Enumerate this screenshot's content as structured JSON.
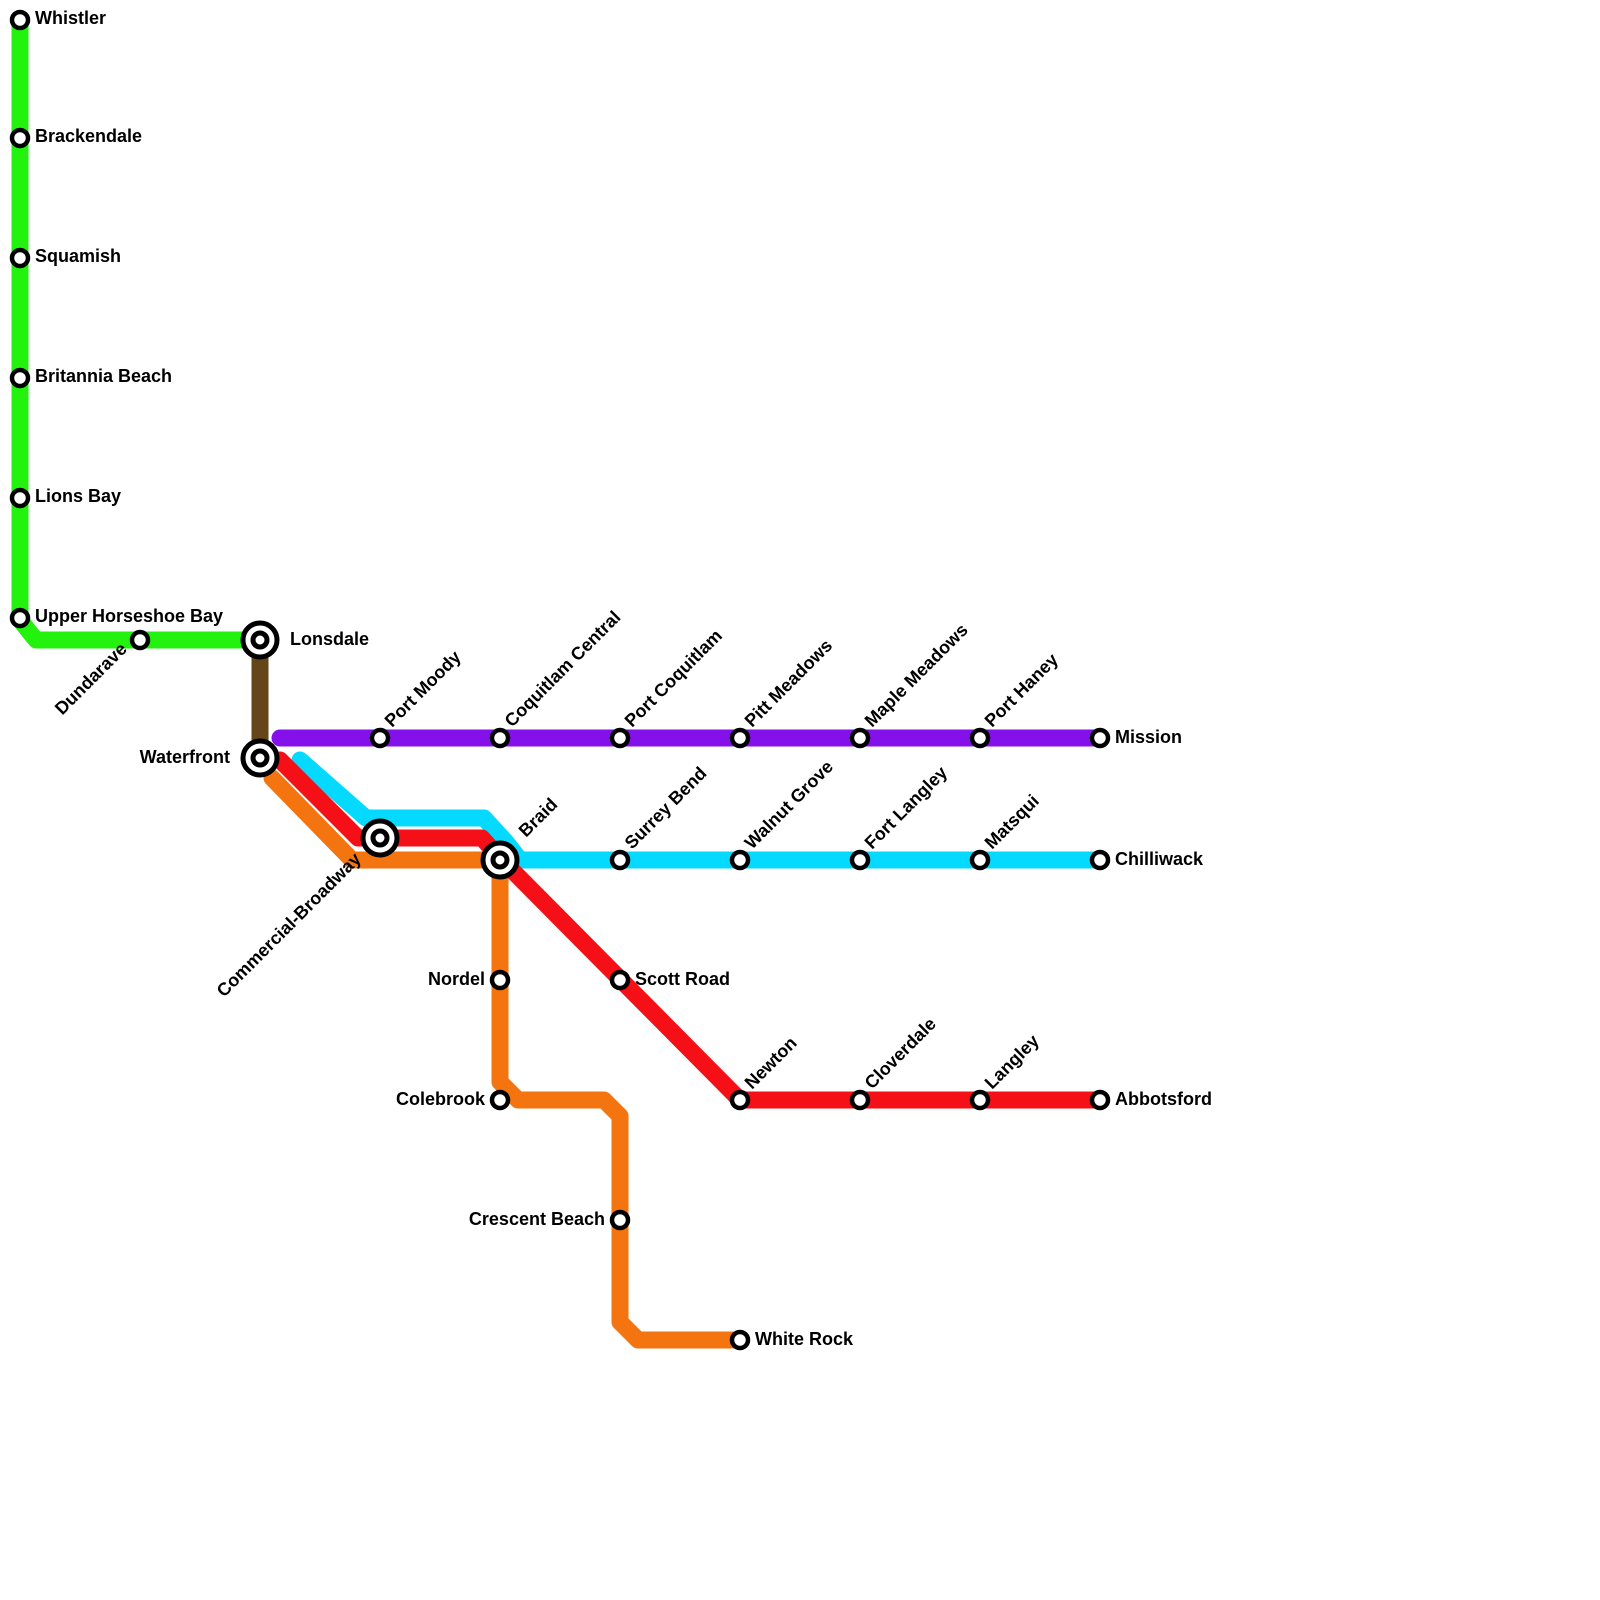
{
  "colors": {
    "background": "#ffffff",
    "station_outline": "#000000"
  },
  "lines": [
    {
      "id": "green",
      "color": "#22f20e",
      "stations": [
        "Whistler",
        "Brackendale",
        "Squamish",
        "Britannia Beach",
        "Lions Bay",
        "Upper Horseshoe Bay",
        "Dundarave",
        "Lonsdale"
      ]
    },
    {
      "id": "brown",
      "color": "#654619",
      "stations": [
        "Lonsdale",
        "Waterfront"
      ]
    },
    {
      "id": "purple",
      "color": "#8411ea",
      "stations": [
        "Waterfront",
        "Port Moody",
        "Coquitlam Central",
        "Port Coquitlam",
        "Pitt Meadows",
        "Maple Meadows",
        "Port Haney",
        "Mission"
      ]
    },
    {
      "id": "cyan",
      "color": "#05d9fe",
      "stations": [
        "Waterfront",
        "Braid",
        "Surrey Bend",
        "Walnut Grove",
        "Fort Langley",
        "Matsqui",
        "Chilliwack"
      ]
    },
    {
      "id": "red",
      "color": "#f41016",
      "stations": [
        "Waterfront",
        "Commercial-Broadway",
        "Braid",
        "Scott Road",
        "Newton",
        "Cloverdale",
        "Langley",
        "Abbotsford"
      ]
    },
    {
      "id": "orange",
      "color": "#f4740f",
      "stations": [
        "Waterfront",
        "Commercial-Broadway",
        "Braid",
        "Nordel",
        "Colebrook",
        "Crescent Beach",
        "White Rock"
      ]
    }
  ],
  "stations": [
    {
      "name": "Whistler",
      "type": "stop"
    },
    {
      "name": "Brackendale",
      "type": "stop"
    },
    {
      "name": "Squamish",
      "type": "stop"
    },
    {
      "name": "Britannia Beach",
      "type": "stop"
    },
    {
      "name": "Lions Bay",
      "type": "stop"
    },
    {
      "name": "Upper Horseshoe Bay",
      "type": "stop"
    },
    {
      "name": "Dundarave",
      "type": "stop"
    },
    {
      "name": "Lonsdale",
      "type": "interchange"
    },
    {
      "name": "Waterfront",
      "type": "interchange"
    },
    {
      "name": "Commercial-Broadway",
      "type": "interchange"
    },
    {
      "name": "Braid",
      "type": "interchange"
    },
    {
      "name": "Port Moody",
      "type": "stop"
    },
    {
      "name": "Coquitlam Central",
      "type": "stop"
    },
    {
      "name": "Port Coquitlam",
      "type": "stop"
    },
    {
      "name": "Pitt Meadows",
      "type": "stop"
    },
    {
      "name": "Maple Meadows",
      "type": "stop"
    },
    {
      "name": "Port Haney",
      "type": "stop"
    },
    {
      "name": "Mission",
      "type": "stop"
    },
    {
      "name": "Surrey Bend",
      "type": "stop"
    },
    {
      "name": "Walnut Grove",
      "type": "stop"
    },
    {
      "name": "Fort Langley",
      "type": "stop"
    },
    {
      "name": "Matsqui",
      "type": "stop"
    },
    {
      "name": "Chilliwack",
      "type": "stop"
    },
    {
      "name": "Scott Road",
      "type": "stop"
    },
    {
      "name": "Newton",
      "type": "stop"
    },
    {
      "name": "Cloverdale",
      "type": "stop"
    },
    {
      "name": "Langley",
      "type": "stop"
    },
    {
      "name": "Abbotsford",
      "type": "stop"
    },
    {
      "name": "Nordel",
      "type": "stop"
    },
    {
      "name": "Colebrook",
      "type": "stop"
    },
    {
      "name": "Crescent Beach",
      "type": "stop"
    },
    {
      "name": "White Rock",
      "type": "stop"
    }
  ]
}
